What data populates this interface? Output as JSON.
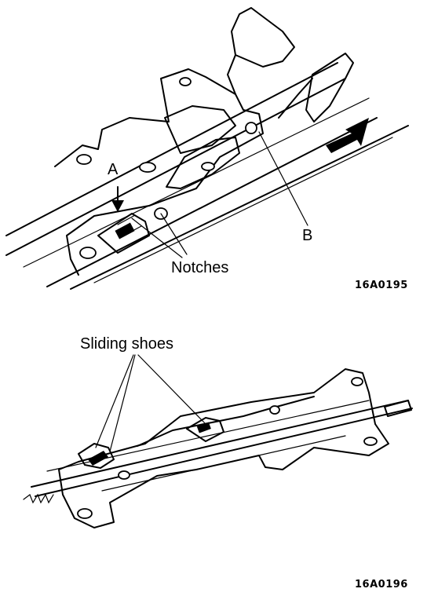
{
  "figure_top": {
    "label_a": "A",
    "label_b": "B",
    "label_notches": "Notches",
    "code": "16A0195"
  },
  "figure_bottom": {
    "label_sliding_shoes": "Sliding shoes",
    "code": "16A0196"
  },
  "colors": {
    "ink": "#000000",
    "paper": "#ffffff"
  }
}
